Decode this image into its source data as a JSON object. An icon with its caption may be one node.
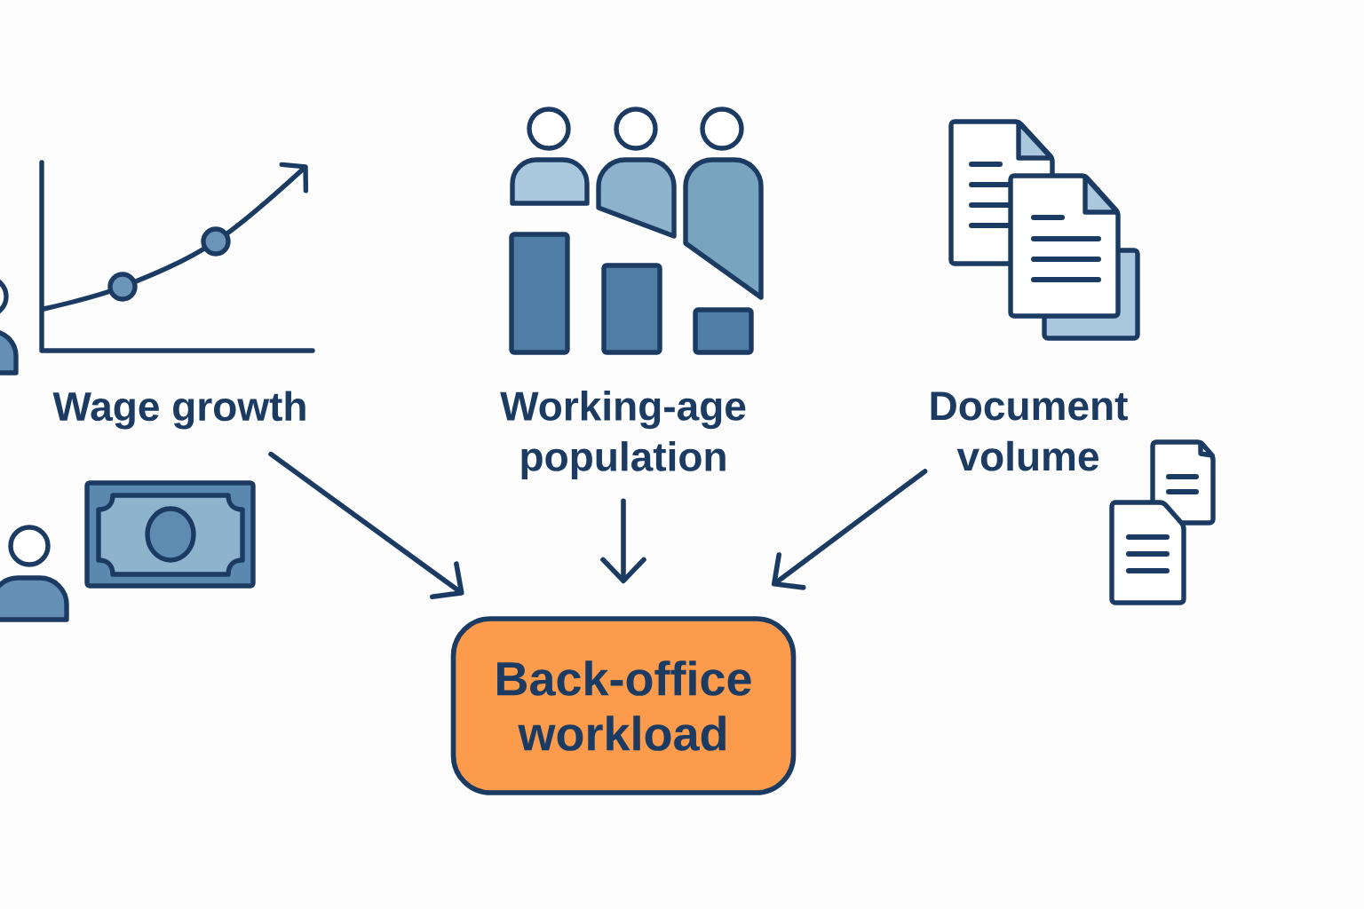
{
  "diagram": {
    "nodes": [
      {
        "text": [
          "Wage growth"
        ]
      },
      {
        "text": [
          "Working-age population"
        ]
      },
      {
        "text": [
          "Document volume"
        ]
      },
      {
        "text": [
          "Back-office workload"
        ]
      }
    ],
    "edges": [
      {
        "from": 0,
        "to": 3,
        "arrow": "to"
      },
      {
        "from": 1,
        "to": 3,
        "arrow": "to"
      },
      {
        "from": 2,
        "to": 3,
        "arrow": "to"
      }
    ]
  }
}
